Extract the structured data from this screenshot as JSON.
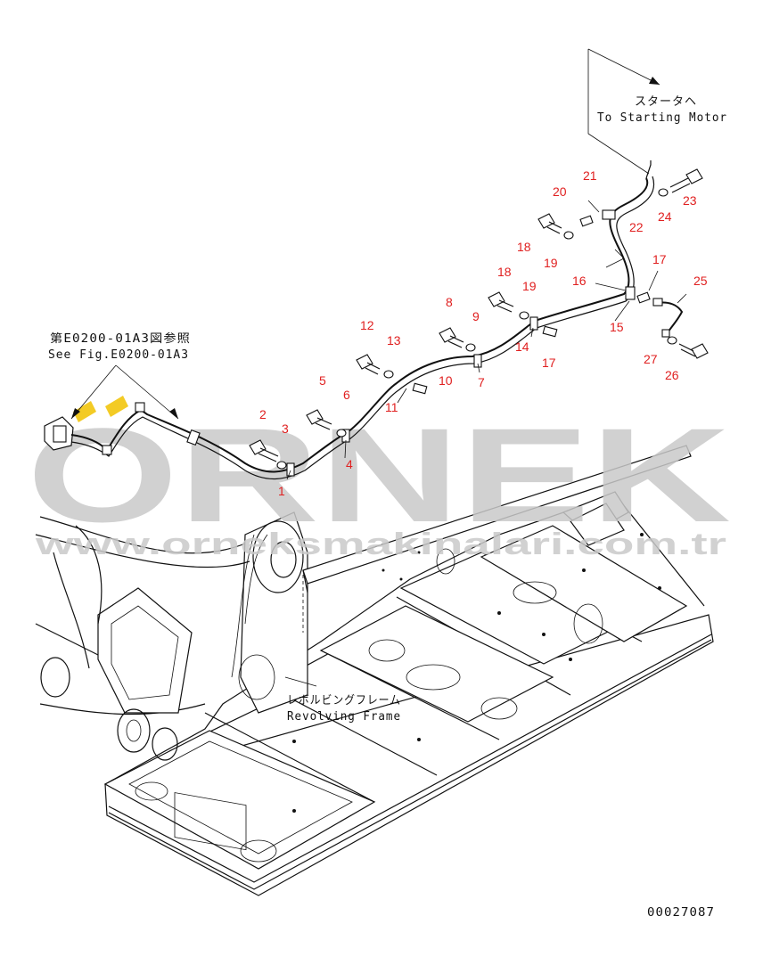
{
  "watermark": {
    "brand": "ORNEK",
    "site": "www.orneksmakinalari.com.tr",
    "accent_color": "#f2c200",
    "color": "#c9c9c9"
  },
  "notes": {
    "starter_jp": "スタータヘ",
    "starter_en": "To Starting Motor",
    "ref_jp": "第E0200-01A3図参照",
    "ref_en": "See Fig.E0200-01A3",
    "frame_jp": "レボルビングフレーム",
    "frame_en": "Revolving Frame",
    "drawing_no": "00027087"
  },
  "callout_color": "#e02020",
  "callouts": [
    "1",
    "2",
    "3",
    "4",
    "5",
    "6",
    "7",
    "8",
    "9",
    "10",
    "11",
    "12",
    "13",
    "14",
    "15",
    "16",
    "17",
    "17",
    "18",
    "18",
    "19",
    "19",
    "20",
    "21",
    "22",
    "23",
    "24",
    "25",
    "26",
    "27"
  ]
}
